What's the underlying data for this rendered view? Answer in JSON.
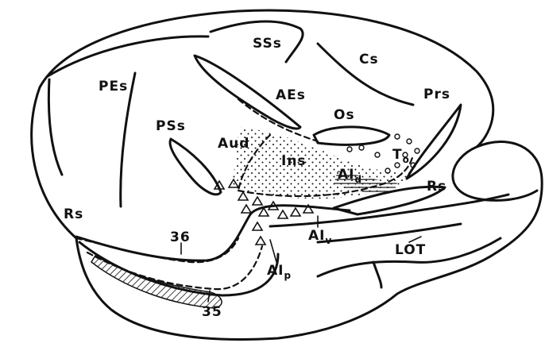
{
  "labels": {
    "sss": "SSs",
    "cs": "Cs",
    "pes": "PEs",
    "aes": "AEs",
    "os": "Os",
    "prs": "Prs",
    "pss": "PSs",
    "aud": "Aud",
    "ins": "Ins",
    "to_main": "T",
    "to_sub": "o",
    "aid_main": "AI",
    "aid_sub": "d",
    "rs_right": "Rs",
    "rs_left": "Rs",
    "area36": "36",
    "aiv_main": "AI",
    "aiv_sub": "v",
    "lot": "LOT",
    "aip_main": "AI",
    "aip_sub": "p",
    "area35": "35"
  }
}
